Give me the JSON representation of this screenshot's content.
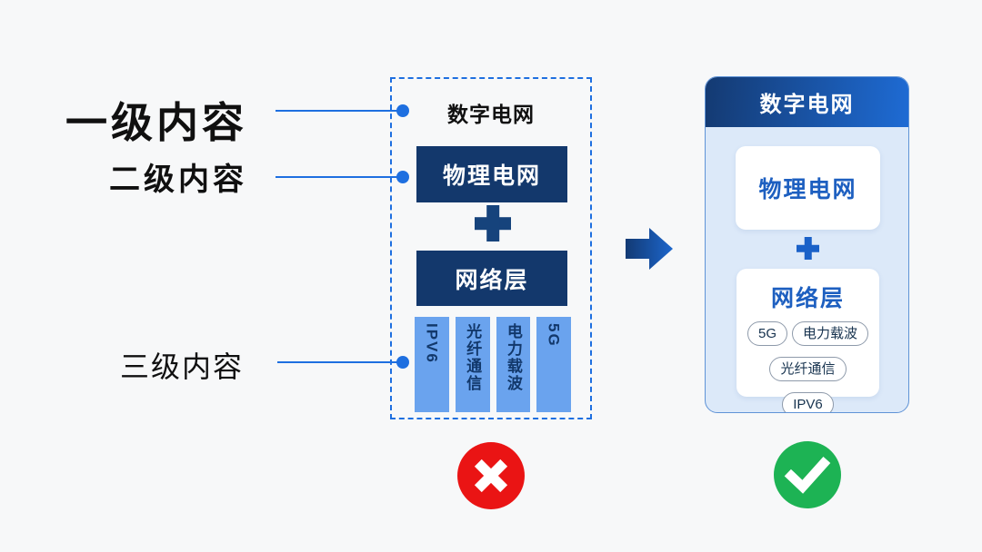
{
  "annotations": {
    "level1": "一级内容",
    "level2": "二级内容",
    "level3": "三级内容"
  },
  "bad_example": {
    "title": "数字电网",
    "physical_grid": "物理电网",
    "network_layer": "网络层",
    "bars": [
      "IPV6",
      "光纤通信",
      "电力载波",
      "5G"
    ]
  },
  "good_example": {
    "header": "数字电网",
    "physical_grid": "物理电网",
    "network_layer": "网络层",
    "pills": [
      "5G",
      "电力载波",
      "光纤通信",
      "IPV6"
    ]
  },
  "icons": {
    "plus": "plus-icon",
    "arrow": "arrow-right-icon",
    "bad_verdict": "cross-icon",
    "good_verdict": "check-icon"
  },
  "colors": {
    "background": "#f7f8f9",
    "navy": "#13386c",
    "bar_blue": "#6aa3ee",
    "accent_blue": "#1e6fe0",
    "header_gradient_start": "#143a72",
    "header_gradient_end": "#1e6bd4",
    "card_body": "#dce9f9",
    "card_border": "#5f93d6",
    "blue_text": "#1d5fc0",
    "cross_red": "#ea1414",
    "check_green": "#1db354"
  }
}
